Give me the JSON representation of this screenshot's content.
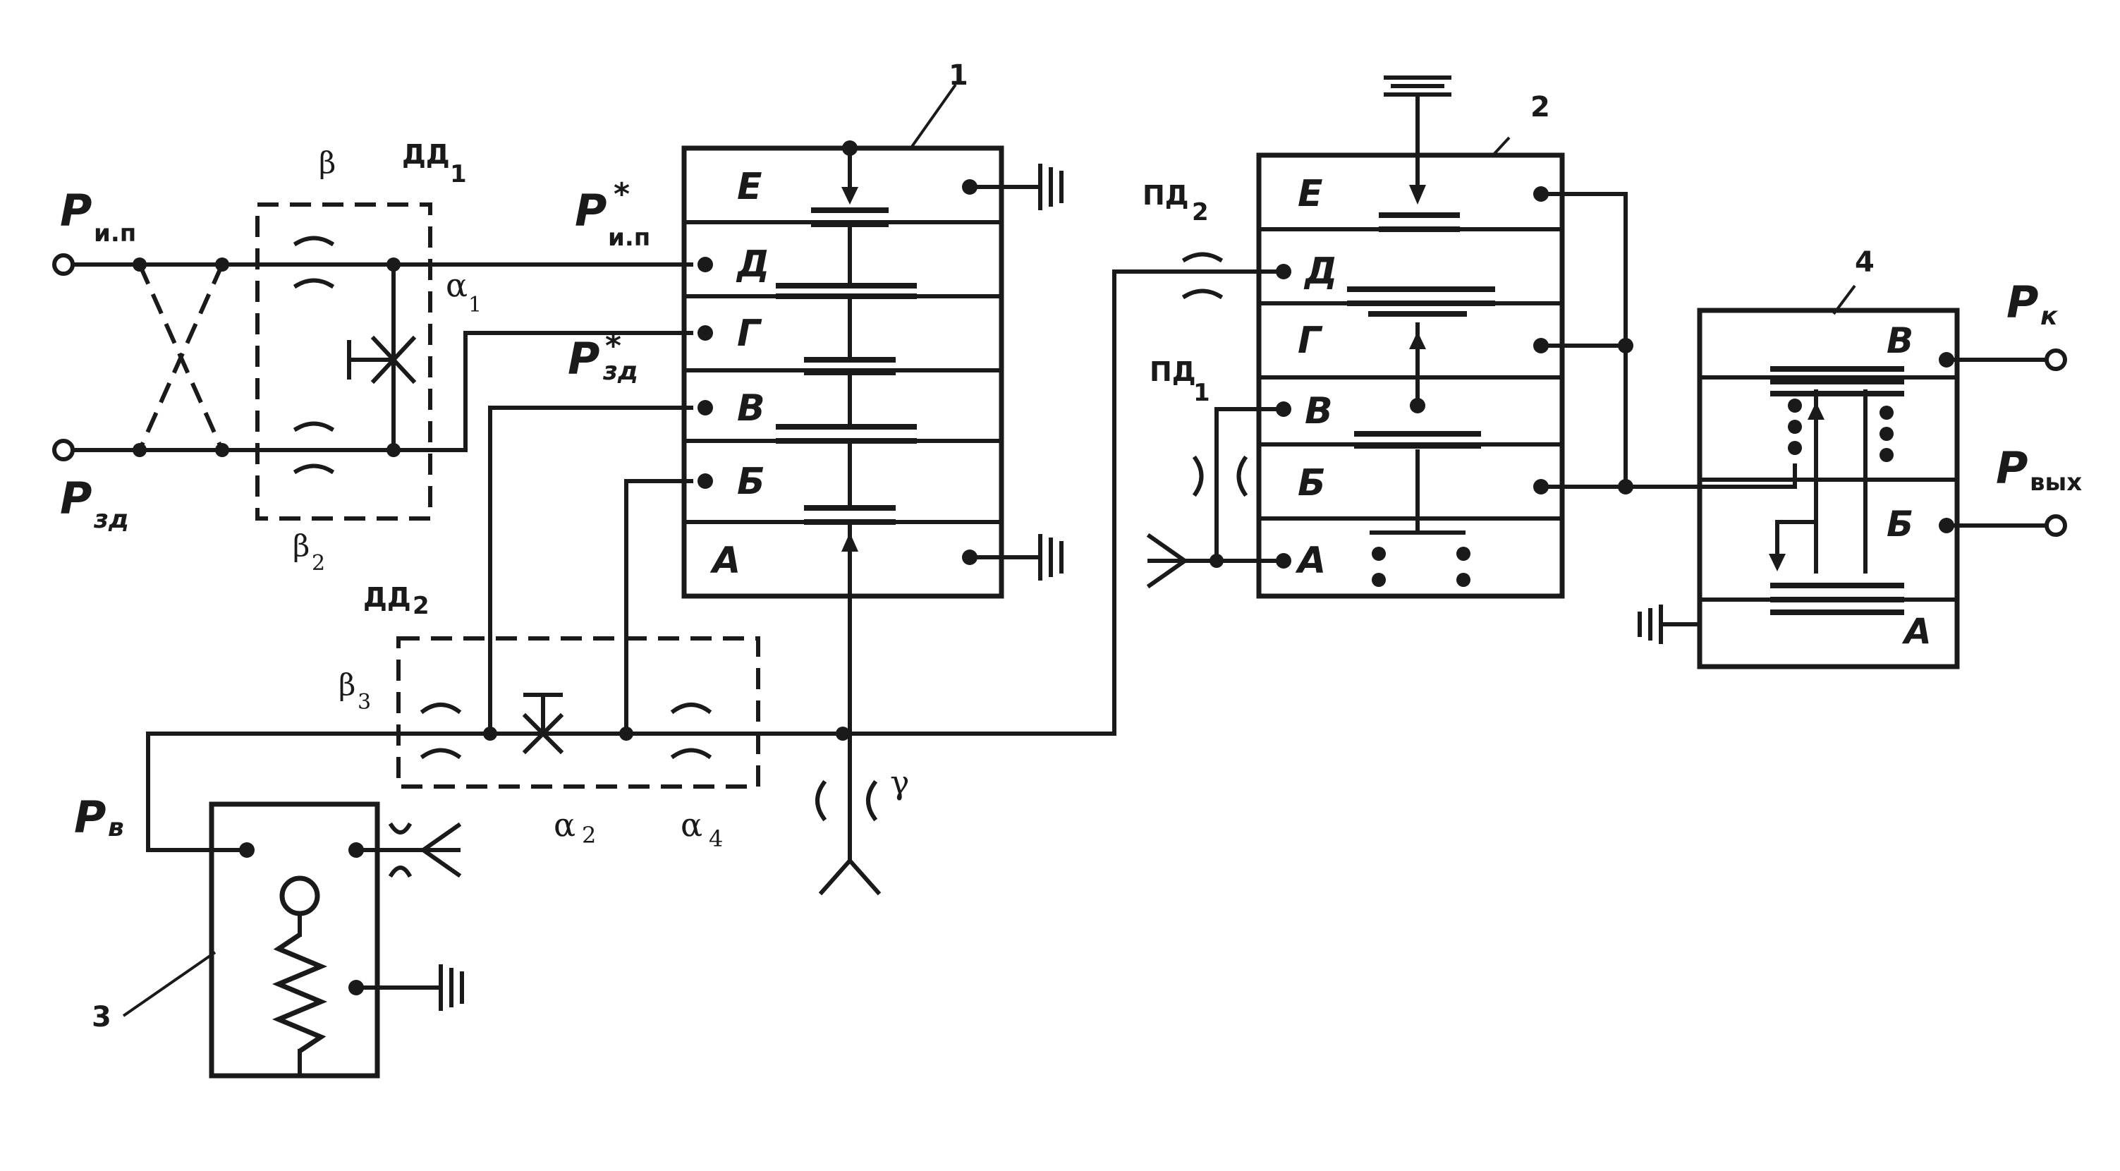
{
  "labels": {
    "p_ip": "Р",
    "p_ip_sub": "и.п",
    "p_zd": "Р",
    "p_zd_sub": "зд",
    "p_ip_star": "Р",
    "p_ip_star_sup": "*",
    "p_ip_star_sub": "и.п",
    "p_zd_star": "Р",
    "p_zd_star_sup": "*",
    "p_zd_star_sub": "зд",
    "p_v": "Р",
    "p_v_sub": "в",
    "p_k": "Р",
    "p_k_sub": "к",
    "p_out": "Р",
    "p_out_sub": "вых",
    "dd1": "ДД",
    "dd1_sub": "1",
    "dd2": "ДД",
    "dd2_sub": "2",
    "pd1": "ПД",
    "pd1_sub": "1",
    "pd2": "ПД",
    "pd2_sub": "2",
    "beta": "β",
    "beta2": "β",
    "beta2_sub": "2",
    "beta3": "β",
    "beta3_sub": "3",
    "alpha1": "α",
    "alpha1_sub": "1",
    "alpha2": "α",
    "alpha2_sub": "2",
    "alpha4": "α",
    "alpha4_sub": "4",
    "gamma": "γ",
    "n1": "1",
    "n2": "2",
    "n3": "3",
    "n4": "4"
  },
  "element1": {
    "chambers": [
      "Е",
      "Д",
      "Г",
      "В",
      "Б",
      "А"
    ]
  },
  "element2": {
    "chambers": [
      "Е",
      "Д",
      "Г",
      "В",
      "Б",
      "А"
    ]
  },
  "element4": {
    "chambers": [
      "В",
      "Б",
      "А"
    ]
  },
  "colors": {
    "ink": "#1a1a1a",
    "paper": "#ffffff"
  }
}
